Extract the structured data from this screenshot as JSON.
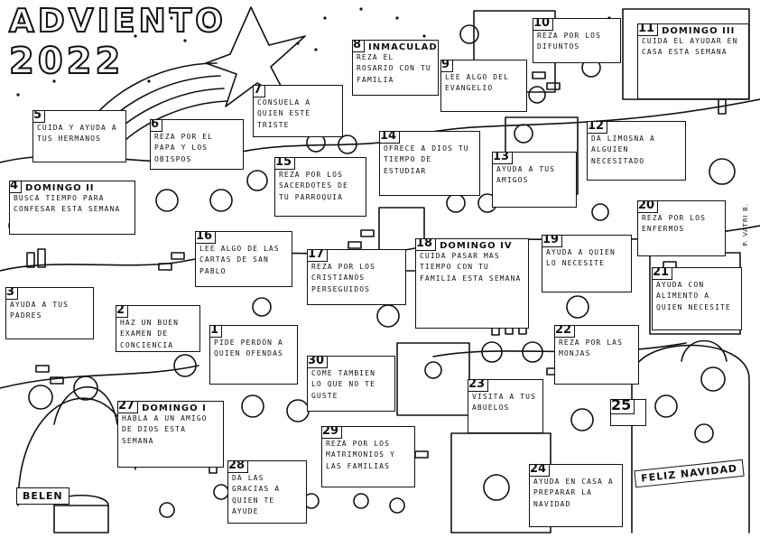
{
  "title": {
    "line1": "ADVIENTO",
    "line2": "2022"
  },
  "signature": "P. VATRI B.",
  "labels": {
    "belen": "BELEN",
    "feliz": "FELIZ NAVIDAD"
  },
  "cards": [
    {
      "num": "2",
      "sunday": "",
      "text": "HAZ UN BUEN EXAMEN DE CONCIENCIA"
    },
    {
      "num": "3",
      "sunday": "",
      "text": "AYUDA A TUS PADRES"
    },
    {
      "num": "4",
      "sunday": "DOMINGO II",
      "text": "BUSCA TIEMPO PARA CONFESAR ESTA SEMANA"
    },
    {
      "num": "5",
      "sunday": "",
      "text": "CUIDA Y AYUDA A TUS HERMANOS"
    },
    {
      "num": "6",
      "sunday": "",
      "text": "REZA POR EL PAPA Y LOS OBISPOS"
    },
    {
      "num": "7",
      "sunday": "",
      "text": "CONSUELA A QUIEN ESTÉ TRISTE"
    },
    {
      "num": "8",
      "sunday": "INMACULADA",
      "text": "REZA EL ROSARIO CON TU FAMILIA"
    },
    {
      "num": "9",
      "sunday": "",
      "text": "LEE ALGO DEL EVANGELIO"
    },
    {
      "num": "10",
      "sunday": "",
      "text": "REZA POR LOS DIFUNTOS"
    },
    {
      "num": "11",
      "sunday": "DOMINGO III",
      "text": "CUIDA EL AYUDAR EN CASA ESTA SEMANA"
    },
    {
      "num": "12",
      "sunday": "",
      "text": "DA LIMOSNA A ALGUIEN NECESITADO"
    },
    {
      "num": "13",
      "sunday": "",
      "text": "AYUDA A TUS AMIGOS"
    },
    {
      "num": "14",
      "sunday": "",
      "text": "OFRECE A DIOS TU TIEMPO DE ESTUDIAR"
    },
    {
      "num": "15",
      "sunday": "",
      "text": "REZA POR LOS SACERDOTES DE TU PARROQUIA"
    },
    {
      "num": "16",
      "sunday": "",
      "text": "LEE ALGO DE LAS CARTAS DE SAN PABLO"
    },
    {
      "num": "17",
      "sunday": "",
      "text": "REZA POR LOS CRISTIANOS PERSEGUIDOS"
    },
    {
      "num": "18",
      "sunday": "DOMINGO IV",
      "text": "CUIDA PASAR MAS TIEMPO CON TU FAMILIA ESTA SEMANA"
    },
    {
      "num": "19",
      "sunday": "",
      "text": "AYUDA A QUIEN LO NECESITE"
    },
    {
      "num": "20",
      "sunday": "",
      "text": "REZA POR LOS ENFERMOS"
    },
    {
      "num": "21",
      "sunday": "",
      "text": "AYUDA CON ALIMENTO A QUIEN NECESITE"
    },
    {
      "num": "22",
      "sunday": "",
      "text": "REZA POR LAS MONJAS"
    },
    {
      "num": "23",
      "sunday": "",
      "text": "VISITA A TUS ABUELOS"
    },
    {
      "num": "24",
      "sunday": "",
      "text": "AYUDA EN CASA A PREPARAR LA NAVIDAD"
    },
    {
      "num": "25",
      "sunday": "",
      "text": ""
    },
    {
      "num": "27",
      "sunday": "DOMINGO I",
      "text": "HABLA A UN AMIGO DE DIOS ESTA SEMANA"
    },
    {
      "num": "28",
      "sunday": "",
      "text": "DA LAS GRACIAS A QUIEN TE AYUDE"
    },
    {
      "num": "29",
      "sunday": "",
      "text": "REZA POR LOS MATRIMONIOS Y LAS FAMILIAS"
    },
    {
      "num": "30",
      "sunday": "",
      "text": "COME TAMBIEN LO QUE NO TE GUSTE"
    },
    {
      "num": "1",
      "sunday": "",
      "text": "PIDE PERDÓN A QUIEN OFENDAS"
    }
  ]
}
